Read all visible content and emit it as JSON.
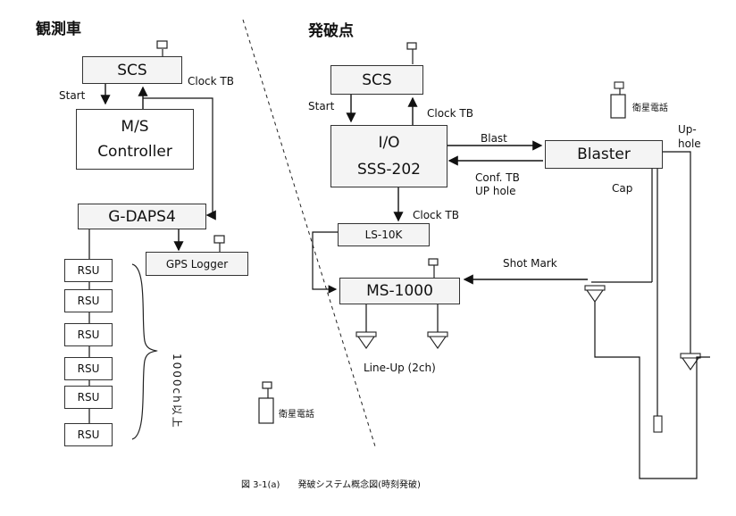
{
  "headings": {
    "left": "観測車",
    "right": "発破点"
  },
  "observation_vehicle": {
    "scs": "SCS",
    "ms_line1": "M/S",
    "ms_line2": "Controller",
    "gdaps": "G-DAPS4",
    "gps_logger": "GPS Logger",
    "rsu_units": [
      "RSU",
      "RSU",
      "RSU",
      "RSU",
      "RSU",
      "RSU"
    ],
    "rsu_count_label": "1000ch以上",
    "start": "Start",
    "clock_tb": "Clock TB"
  },
  "shot_point": {
    "scs": "SCS",
    "io_line1": "I/O",
    "io_line2": "SSS-202",
    "blaster": "Blaster",
    "ls": "LS-10K",
    "ms1000": "MS-1000",
    "start": "Start",
    "clock_tb_top": "Clock TB",
    "blast": "Blast",
    "conf_tb": "Conf. TB",
    "up_hole": "UP hole",
    "clock_tb_mid": "Clock TB",
    "shot_mark": "Shot  Mark",
    "cap": "Cap",
    "up_hole_right_1": "Up-",
    "up_hole_right_2": "hole",
    "line_up": "Line-Up (2ch)"
  },
  "satellite_phone_label": "衛星電話",
  "satellite_phone_label_2": "衛星電話",
  "caption": "図 3-1(a)　　発破システム概念図(時刻発破)"
}
